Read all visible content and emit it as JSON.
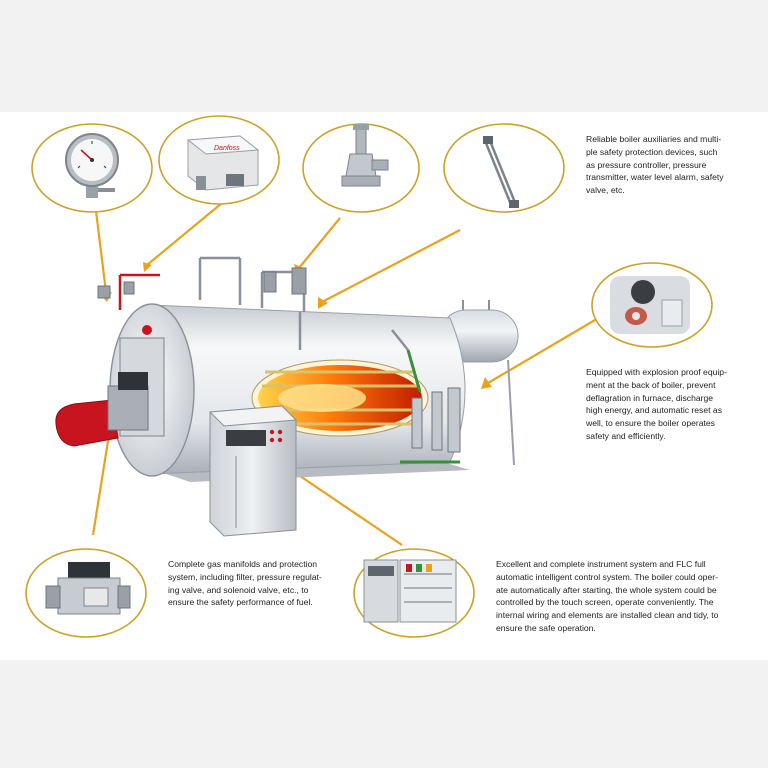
{
  "callouts": {
    "auxiliaries": {
      "lines": [
        "Reliable boiler auxiliaries and multi-",
        "ple safety protection devices, such",
        "as pressure controller, pressure",
        "transmitter, water level alarm, safety",
        "valve, etc."
      ]
    },
    "explosion_proof": {
      "lines": [
        "Equipped with explosion proof equip-",
        "ment at the back of boiler, prevent",
        "deflagration in furnace, discharge",
        "high energy, and automatic reset as",
        "well, to ensure the boiler operates",
        "safety and efficiently."
      ]
    },
    "gas_manifolds": {
      "lines": [
        "Complete gas manifolds and protection",
        "system, including filter, pressure regulat-",
        "ing valve, and solenoid valve, etc., to",
        "ensure the safety performance of fuel."
      ]
    },
    "instrument_system": {
      "lines": [
        "Excellent and complete instrument system and FLC full",
        "automatic intelligent control system. The boiler could oper-",
        "ate automatically after starting, the whole system could be",
        "controlled by the touch screen, operate conveniently. The",
        "internal wiring and elements are installed clean and tidy, to",
        "ensure the safe operation."
      ]
    }
  },
  "labels": {
    "controller_brand": "Danfoss"
  },
  "colors": {
    "callout_ring": "#c9a227",
    "leader_line": "#e8a21c",
    "boiler_body": "#e9ecef",
    "furnace_fire": "#ff6a00",
    "burner_red": "#c8141e"
  },
  "icons": [
    "pressure-gauge-icon",
    "pressure-controller-icon",
    "safety-valve-icon",
    "water-level-gauge-icon",
    "explosion-door-icon",
    "gas-valve-train-icon",
    "control-cabinet-icon"
  ]
}
